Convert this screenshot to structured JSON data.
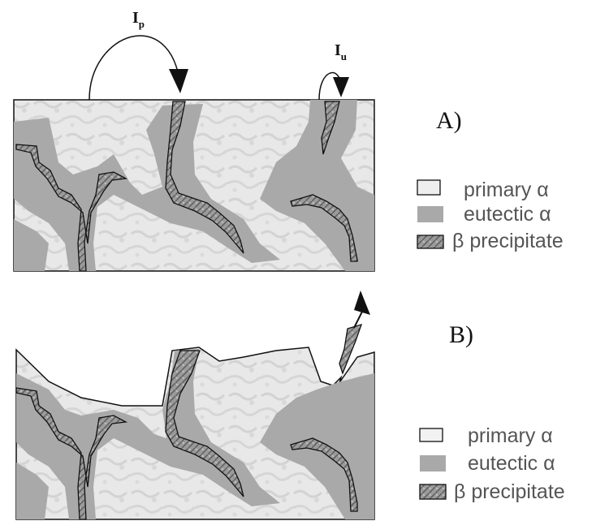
{
  "panels": {
    "top": {
      "label": "A)",
      "arrow_primary_label": "I",
      "arrow_primary_sub": "p",
      "arrow_eutectic_label": "I",
      "arrow_eutectic_sub": "u"
    },
    "bottom": {
      "label": "B)"
    }
  },
  "legend_top": [
    {
      "name": "primary-alpha",
      "text": "primary α"
    },
    {
      "name": "eutectic-alpha",
      "text": "eutectic α"
    },
    {
      "name": "beta-precipitate",
      "text": "β precipitate"
    }
  ],
  "legend_bottom": [
    {
      "name": "primary-alpha",
      "text": "primary α"
    },
    {
      "name": "eutectic-alpha",
      "text": "eutectic α"
    },
    {
      "name": "beta-precipitate",
      "text": "β precipitate"
    }
  ],
  "colors": {
    "primary_alpha": "#e6e6e6",
    "eutectic_alpha": "#a9a9a9",
    "beta_precipitate": "#8c8c8c",
    "outline": "#111111"
  }
}
